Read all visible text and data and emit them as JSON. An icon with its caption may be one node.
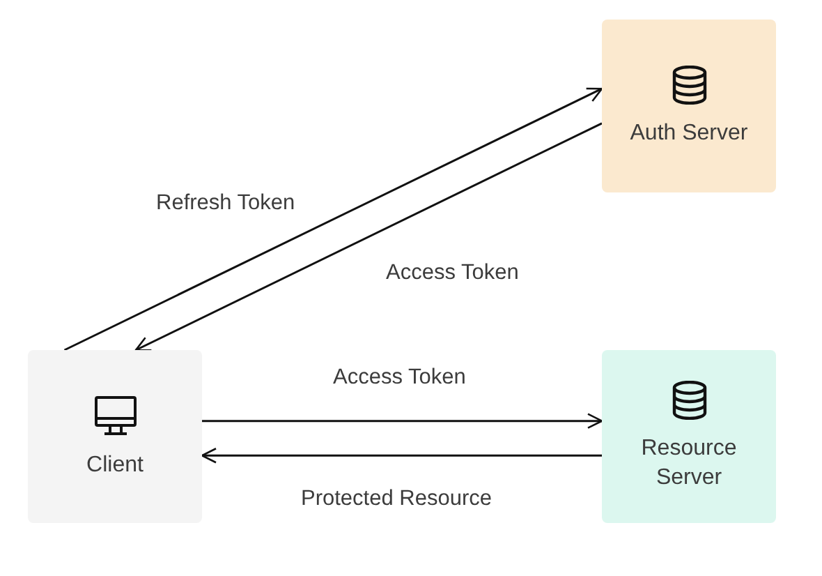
{
  "diagram": {
    "nodes": [
      {
        "text": [
          "Auth Server"
        ]
      },
      {
        "text": [
          "Client"
        ]
      },
      {
        "text": [
          "Resource Server"
        ]
      }
    ],
    "edges": [
      {
        "from": 1,
        "to": 0,
        "arrow": "to",
        "label": "Refresh Token"
      },
      {
        "from": 0,
        "to": 1,
        "arrow": "to",
        "label": "Access Token"
      },
      {
        "from": 1,
        "to": 2,
        "arrow": "to",
        "label": "Access Token"
      },
      {
        "from": 2,
        "to": 1,
        "arrow": "to",
        "label": "Protected Resource"
      }
    ]
  }
}
